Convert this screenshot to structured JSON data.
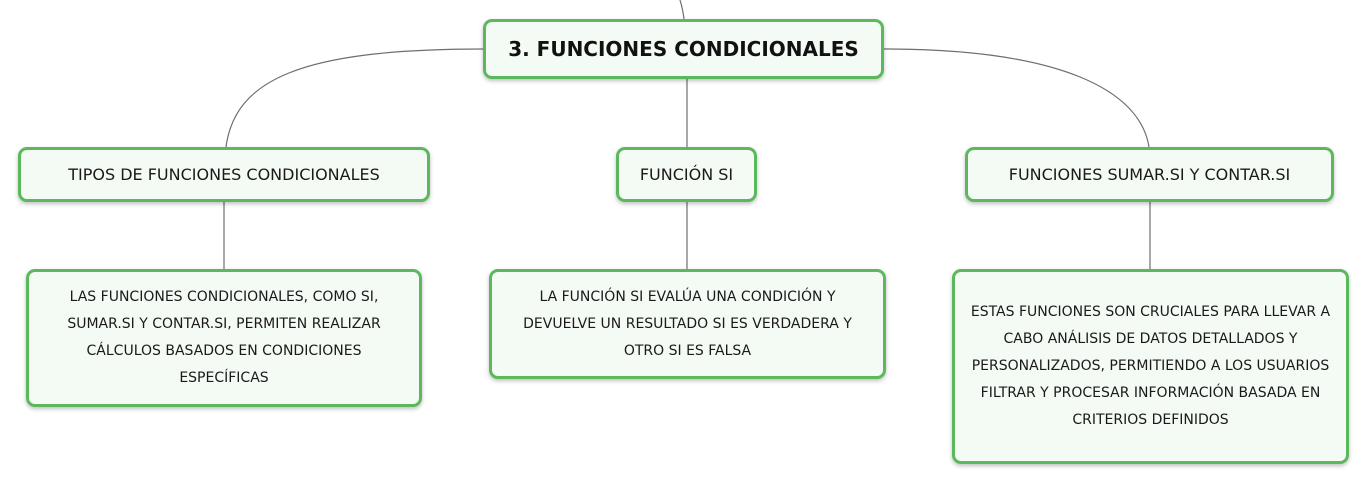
{
  "root": {
    "label": "3. FUNCIONES CONDICIONALES"
  },
  "branches": [
    {
      "label": "TIPOS DE FUNCIONES CONDICIONALES",
      "detail": "LAS FUNCIONES CONDICIONALES, COMO SI, SUMAR.SI Y CONTAR.SI, PERMITEN REALIZAR CÁLCULOS BASADOS EN CONDICIONES ESPECÍFICAS"
    },
    {
      "label": "FUNCIÓN SI",
      "detail": "LA FUNCIÓN SI EVALÚA UNA CONDICIÓN Y DEVUELVE UN RESULTADO SI ES VERDADERA Y OTRO SI ES FALSA"
    },
    {
      "label": "FUNCIONES SUMAR.SI Y CONTAR.SI",
      "detail": "ESTAS FUNCIONES SON CRUCIALES PARA LLEVAR A CABO ANÁLISIS DE DATOS DETALLADOS Y PERSONALIZADOS, PERMITIENDO A LOS USUARIOS FILTRAR Y PROCESAR INFORMACIÓN BASADA EN CRITERIOS DEFINIDOS"
    }
  ],
  "colors": {
    "node_border": "#5cb85c",
    "node_fill": "#f4faf4",
    "connector": "#6e6e6e",
    "text": "#1a1a1a"
  }
}
